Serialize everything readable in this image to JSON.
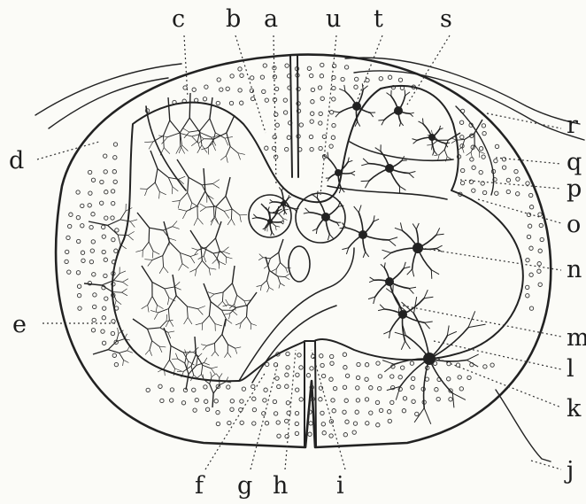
{
  "colors": {
    "ink": "#222222",
    "paper": "#fbfbf7",
    "dot": "#333333"
  },
  "labels": {
    "top": [
      "c",
      "b",
      "a",
      "u",
      "t",
      "s"
    ],
    "right": [
      "r",
      "q",
      "p",
      "o",
      "n",
      "m",
      "l",
      "k",
      "j"
    ],
    "left": [
      "d",
      "e"
    ],
    "bottom": [
      "f",
      "g",
      "h",
      "i"
    ]
  }
}
